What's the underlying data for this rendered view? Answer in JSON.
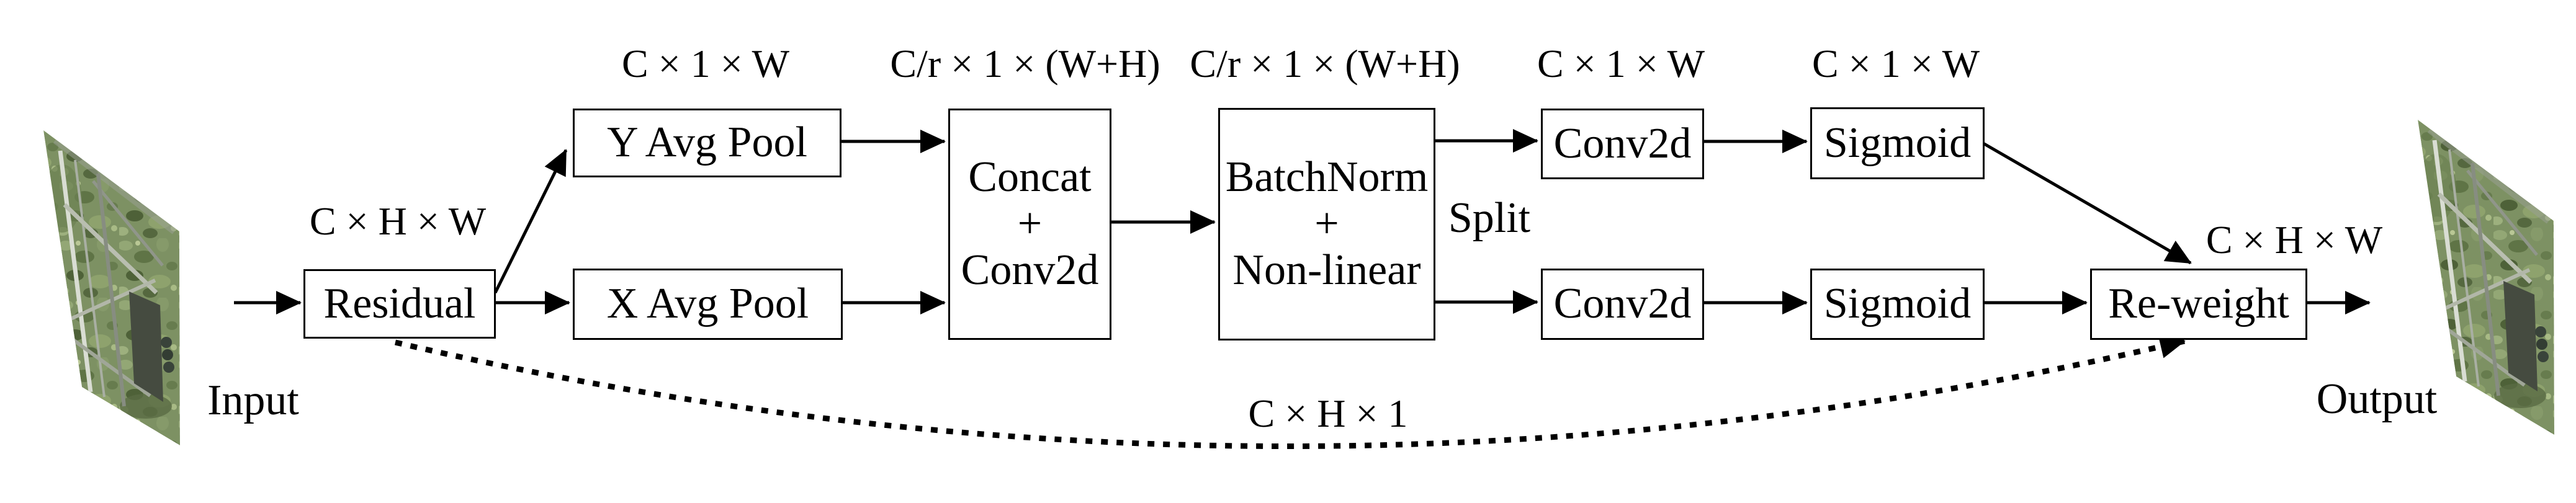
{
  "diagram": {
    "io": {
      "input_label": "Input",
      "output_label": "Output"
    },
    "nodes": {
      "residual": "Residual",
      "y_avg_pool": "Y Avg Pool",
      "x_avg_pool": "X Avg Pool",
      "concat_conv2d": "Concat\n+\nConv2d",
      "batchnorm_nonlinear": "BatchNorm\n+\nNon-linear",
      "conv2d_top": "Conv2d",
      "conv2d_bottom": "Conv2d",
      "sigmoid_top": "Sigmoid",
      "sigmoid_bottom": "Sigmoid",
      "reweight": "Re-weight"
    },
    "annotations": {
      "split": "Split",
      "dim_residual": "C × H × W",
      "dim_y_pool": "C × 1 × W",
      "dim_concat": "C/r × 1 × (W+H)",
      "dim_batchnorm": "C/r × 1 × (W+H)",
      "dim_conv2d_top": "C × 1 × W",
      "dim_sigmoid_top": "C × 1 × W",
      "dim_reweight": "C × H × W",
      "dim_skip": "C × H × 1"
    },
    "colors": {
      "line": "#000000",
      "box_border": "#000000",
      "background": "#ffffff",
      "text": "#000000"
    }
  }
}
